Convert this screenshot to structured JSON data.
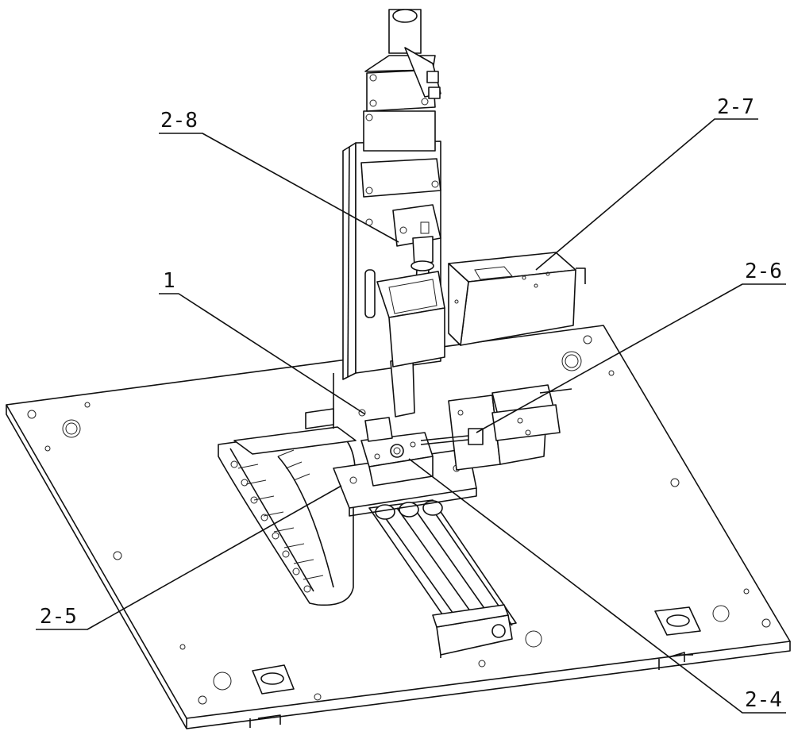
{
  "figure": {
    "labels": {
      "l28": "2-8",
      "l27": "2-7",
      "l1": "1",
      "l26": "2-6",
      "l25": "2-5",
      "l24": "2-4"
    },
    "ink_color": "#111111",
    "background": "#ffffff"
  }
}
